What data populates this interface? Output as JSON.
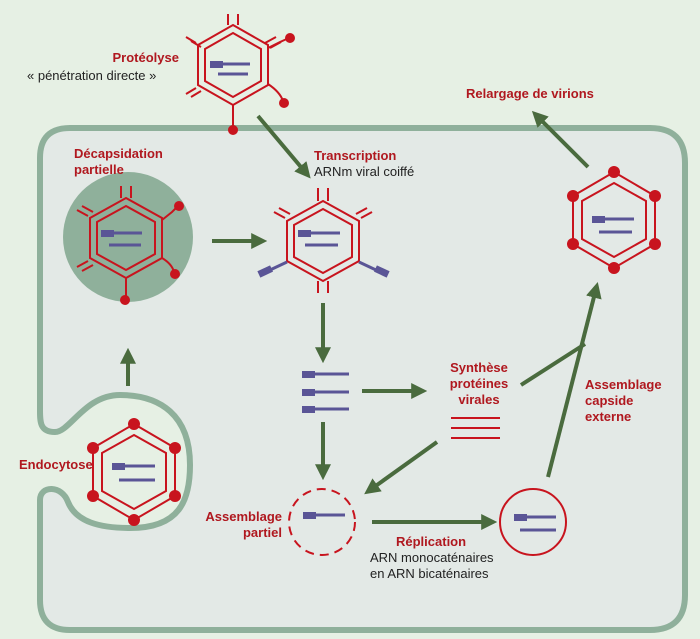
{
  "labels": {
    "proteolyse": "Protéolyse",
    "penetration": "« pénétration directe »",
    "decapsidation_1": "Décapsidation",
    "decapsidation_2": "partielle",
    "transcription": "Transcription",
    "arnm": "ARNm viral coiffé",
    "relargage": "Relargage de virions",
    "synthese_1": "Synthèse",
    "synthese_2": "protéines",
    "synthese_3": "virales",
    "assemblage_capside_1": "Assemblage",
    "assemblage_capside_2": "capside",
    "assemblage_capside_3": "externe",
    "endocytose": "Endocytose",
    "assemblage_partiel_1": "Assemblage",
    "assemblage_partiel_2": "partiel",
    "replication": "Réplication",
    "replication_desc_1": "ARN monocaténaires",
    "replication_desc_2": "en ARN bicaténaires"
  },
  "colors": {
    "background": "#e6f0e4",
    "cell_fill": "#e3e9e6",
    "cell_border": "#8fb09b",
    "vesicle_fill": "#8fb09b",
    "capsid_red": "#c8141e",
    "rna_blue": "#5a5596",
    "arrow_green": "#4a6b3e"
  }
}
